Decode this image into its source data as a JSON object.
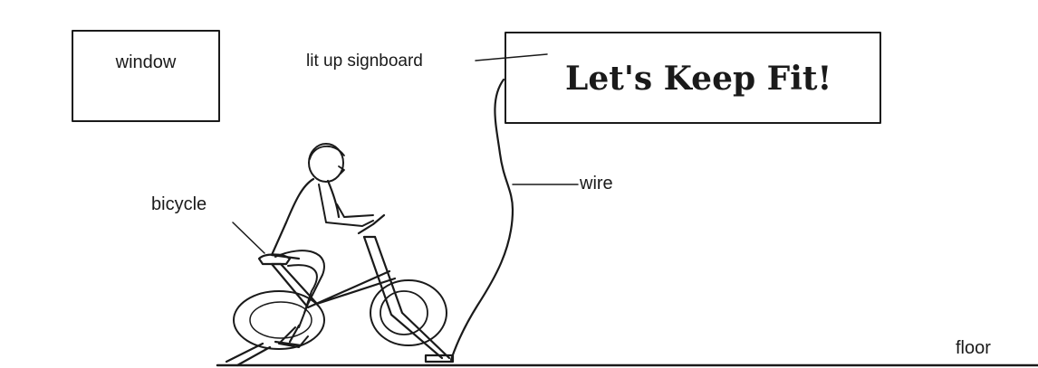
{
  "labels": {
    "window": "window",
    "signboard": "lit up signboard",
    "sign_text": "Let's Keep Fit!",
    "wire": "wire",
    "bicycle": "bicycle",
    "floor": "floor"
  }
}
